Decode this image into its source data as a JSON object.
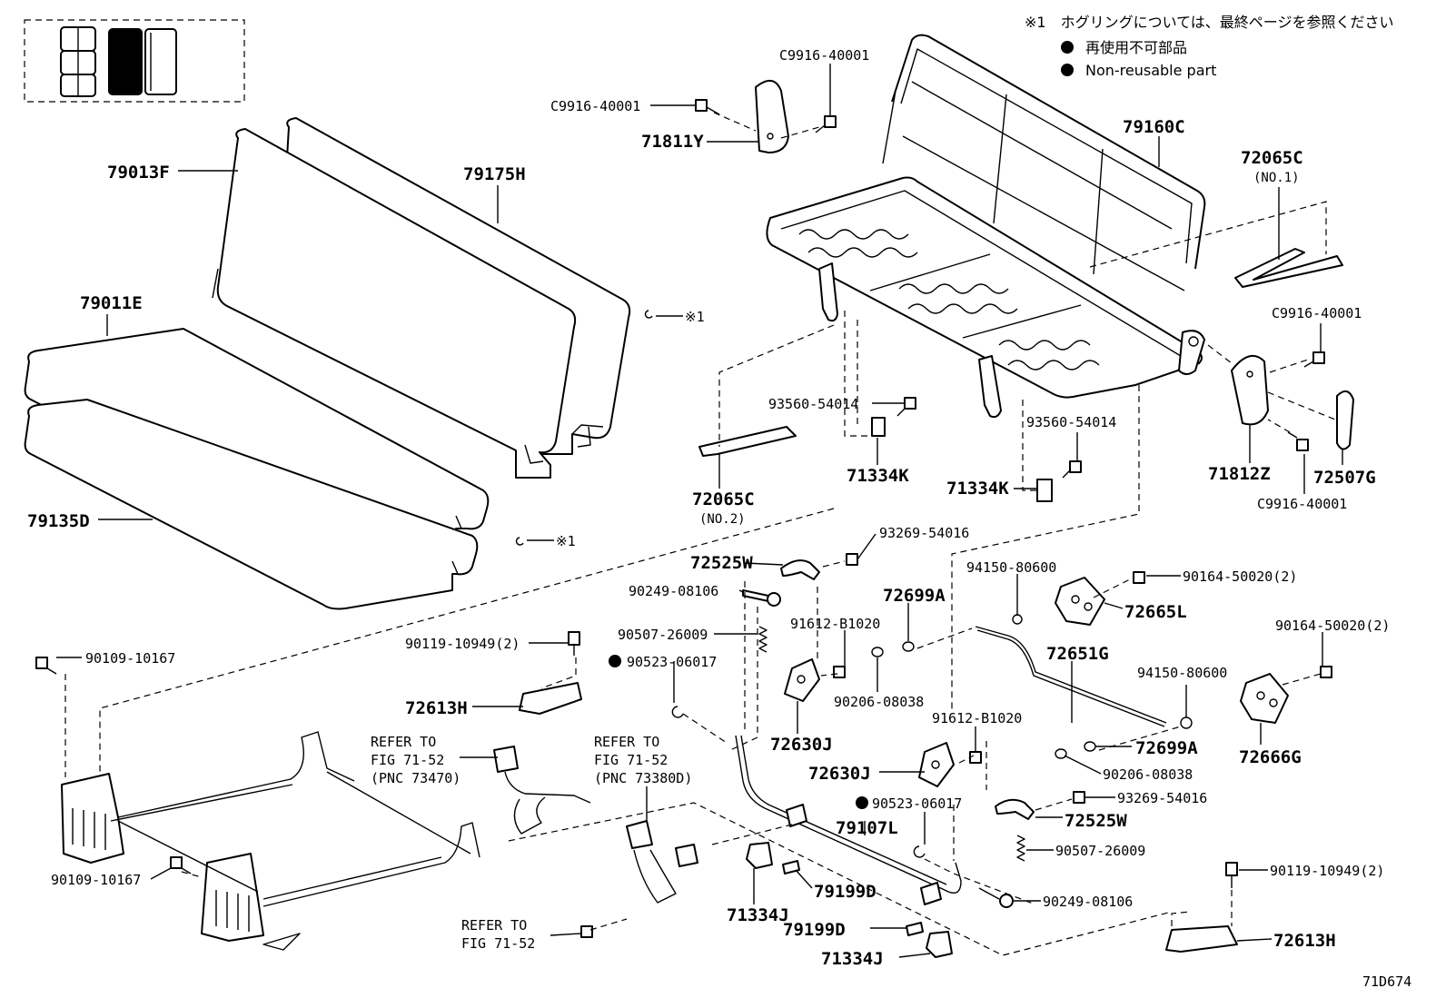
{
  "notes": {
    "hogring": "※1　ホグリングについては、最終ページを参照ください",
    "non_reusable_jp": "再使用不可部品",
    "non_reusable_en": "Non-reusable part"
  },
  "figure_code": "71D674",
  "labels": {
    "l_79013F": "79013F",
    "l_79175H": "79175H",
    "l_79011E": "79011E",
    "l_79135D": "79135D",
    "l_x1a": "※1",
    "l_x1b": "※1",
    "l_c9916_a": "C9916-40001",
    "l_c9916_b": "C9916-40001",
    "l_71811Y": "71811Y",
    "l_79160C": "79160C",
    "l_72065C_1": "72065C",
    "l_no1": "(NO.1)",
    "l_c9916_c": "C9916-40001",
    "l_93560_a": "93560-54014",
    "l_93560_b": "93560-54014",
    "l_71334K_a": "71334K",
    "l_71334K_b": "71334K",
    "l_72065C_2": "72065C",
    "l_no2": "(NO.2)",
    "l_71812Z": "71812Z",
    "l_72507G": "72507G",
    "l_c9916_d": "C9916-40001",
    "l_93269_a": "93269-54016",
    "l_72525W_a": "72525W",
    "l_94150_a": "94150-80600",
    "l_90164_a": "90164-50020(2)",
    "l_90249_a": "90249-08106",
    "l_72699A_a": "72699A",
    "l_72665L": "72665L",
    "l_90507_a": "90507-26009",
    "l_91612_a": "91612-B1020",
    "l_90164_b": "90164-50020(2)",
    "l_90119_a": "90119-10949(2)",
    "l_90523_a": "90523-06017",
    "l_72651G": "72651G",
    "l_90109_a": "90109-10167",
    "l_94150_b": "94150-80600",
    "l_90206_a": "90206-08038",
    "l_72613H_a": "72613H",
    "l_72630J_a": "72630J",
    "l_91612_b": "91612-B1020",
    "l_72699A_b": "72699A",
    "l_72666G": "72666G",
    "l_refer1a": "REFER TO",
    "l_refer1b": "FIG 71-52",
    "l_refer1c": "(PNC 73470)",
    "l_refer2a": "REFER TO",
    "l_refer2b": "FIG 71-52",
    "l_refer2c": "(PNC 73380D)",
    "l_72630J_b": "72630J",
    "l_90206_b": "90206-08038",
    "l_90523_b": "90523-06017",
    "l_93269_b": "93269-54016",
    "l_79107L": "79107L",
    "l_72525W_b": "72525W",
    "l_90507_b": "90507-26009",
    "l_90109_b": "90109-10167",
    "l_71334J_a": "71334J",
    "l_79199D_a": "79199D",
    "l_90249_b": "90249-08106",
    "l_90119_b": "90119-10949(2)",
    "l_refer3a": "REFER TO",
    "l_refer3b": "FIG 71-52",
    "l_79199D_b": "79199D",
    "l_72613H_b": "72613H",
    "l_71334J_b": "71334J"
  }
}
